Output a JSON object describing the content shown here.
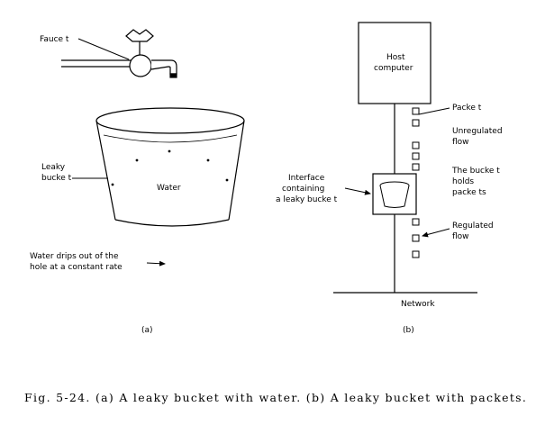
{
  "panel_a": {
    "faucet_label": "Fauce t",
    "leaky_bucket_label": [
      "Leaky",
      "bucke t"
    ],
    "water_label": "Water",
    "drips_label": [
      "Water drips out of the",
      "hole at a constant rate"
    ],
    "panel_label": "(a)"
  },
  "panel_b": {
    "host_label": [
      "Host",
      "computer"
    ],
    "packet_label": "Packe t",
    "unregulated_label": [
      "Unregulated",
      "flow"
    ],
    "interface_label": [
      "Interface",
      "containing",
      "a leaky bucke t"
    ],
    "bucket_holds_label": [
      "The bucke t",
      "holds",
      "packe ts"
    ],
    "regulated_label": [
      "Regulated",
      "flow"
    ],
    "network_label": "Network",
    "panel_label": "(b)"
  },
  "caption": "Fig. 5-24. (a) A leaky bucket with water. (b) A leaky bucket with packets."
}
